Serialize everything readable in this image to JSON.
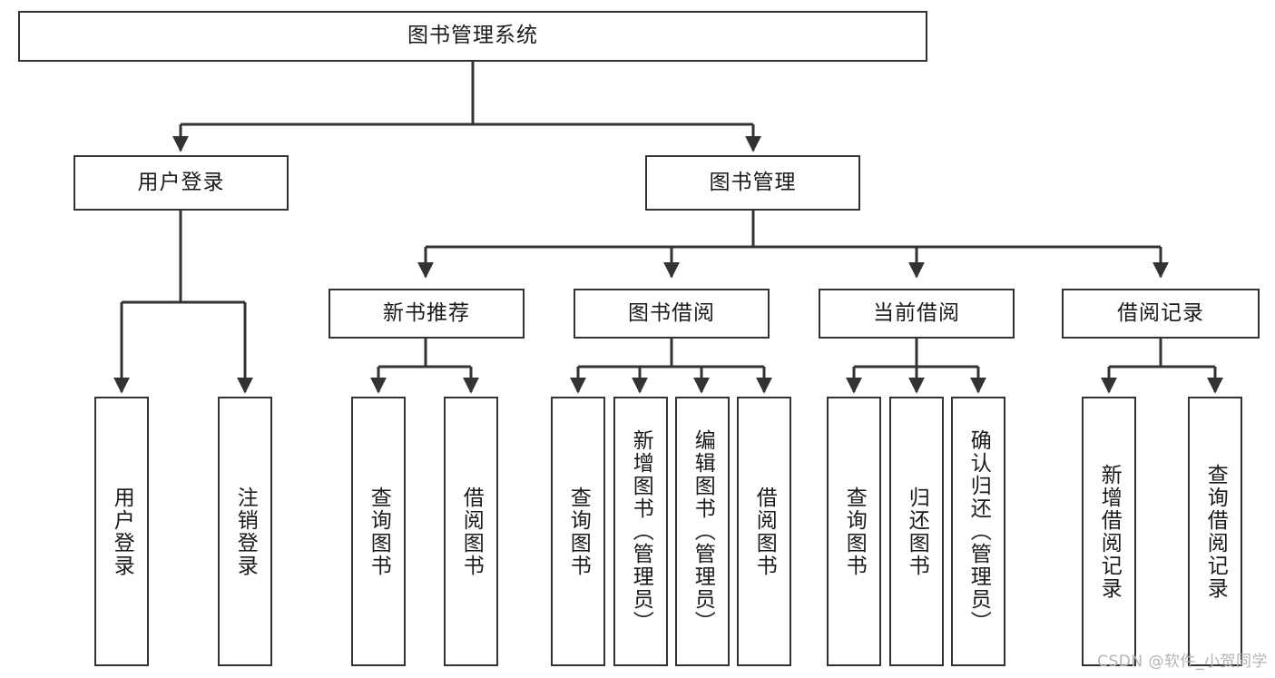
{
  "diagram": {
    "type": "tree-hierarchy",
    "title": "图书管理系统",
    "watermark": "CSDN @软件_小贺同学",
    "colors": {
      "background": "#ffffff",
      "node_border": "#333333",
      "node_fill": "#ffffff",
      "edge": "#333333",
      "text": "#1a1a1a",
      "watermark": "#b4b4b4"
    },
    "nodes": {
      "root": {
        "label": "图书管理系统"
      },
      "level2": [
        {
          "id": "user-login",
          "label": "用户登录"
        },
        {
          "id": "book-manage",
          "label": "图书管理"
        }
      ],
      "level3": [
        {
          "id": "new-book-recommend",
          "label": "新书推荐"
        },
        {
          "id": "book-borrow",
          "label": "图书借阅"
        },
        {
          "id": "current-borrow",
          "label": "当前借阅"
        },
        {
          "id": "borrow-record",
          "label": "借阅记录"
        }
      ],
      "leaves": {
        "user_login": [
          {
            "id": "leaf-user-login",
            "label": "用户登录"
          },
          {
            "id": "leaf-user-logout",
            "label": "注销登录"
          }
        ],
        "new_book_recommend": [
          {
            "id": "leaf-query-book-1",
            "label": "查询图书"
          },
          {
            "id": "leaf-borrow-book-1",
            "label": "借阅图书"
          }
        ],
        "book_borrow": [
          {
            "id": "leaf-query-book-2",
            "label": "查询图书"
          },
          {
            "id": "leaf-add-book",
            "label": "新增图书（管理员）"
          },
          {
            "id": "leaf-edit-book",
            "label": "编辑图书（管理员）"
          },
          {
            "id": "leaf-borrow-book-2",
            "label": "借阅图书"
          }
        ],
        "current_borrow": [
          {
            "id": "leaf-query-book-3",
            "label": "查询图书"
          },
          {
            "id": "leaf-return-book",
            "label": "归还图书"
          },
          {
            "id": "leaf-confirm-return",
            "label": "确认归还（管理员）"
          }
        ],
        "borrow_record": [
          {
            "id": "leaf-add-record",
            "label": "新增借阅记录"
          },
          {
            "id": "leaf-query-record",
            "label": "查询借阅记录"
          }
        ]
      }
    }
  }
}
